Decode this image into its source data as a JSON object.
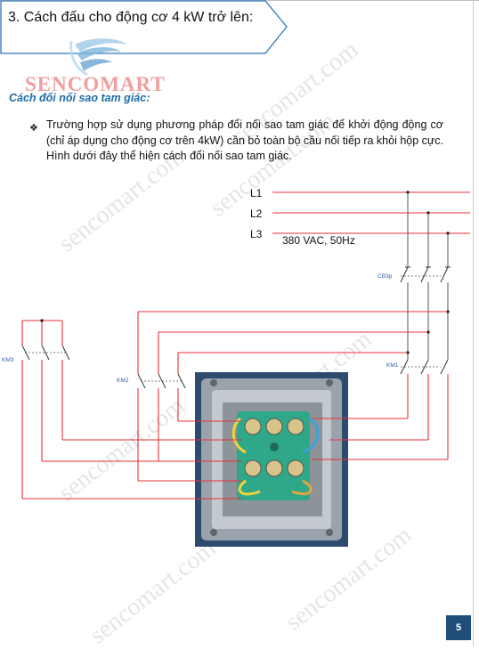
{
  "header": {
    "title": "3. Cách đấu cho động cơ 4 kW trở lên:"
  },
  "logo": {
    "text": "SENCOMART"
  },
  "section": {
    "subtitle": "Cách đổi nối sao tam giác:",
    "bullet_icon": "diamond-bullet-icon",
    "paragraph": "Trường hợp sử dụng phương pháp đổi nối sao tam giác để khởi động động cơ (chỉ áp dụng cho động cơ trên 4kW) cần bỏ toàn bộ cầu nối tiếp ra khỏi hộp cực. Hình dưới đây thể hiện cách đổi nối sao tam giác."
  },
  "diagram": {
    "lines": [
      "L1",
      "L2",
      "L3"
    ],
    "supply": "380 VAC, 50Hz",
    "breaker": "CB3p",
    "contactors": [
      "KM1",
      "KM2",
      "KM3"
    ],
    "wire_color": "#e8303a"
  },
  "watermark": {
    "text": "sencomart.com"
  },
  "footer": {
    "page_number": "5"
  }
}
